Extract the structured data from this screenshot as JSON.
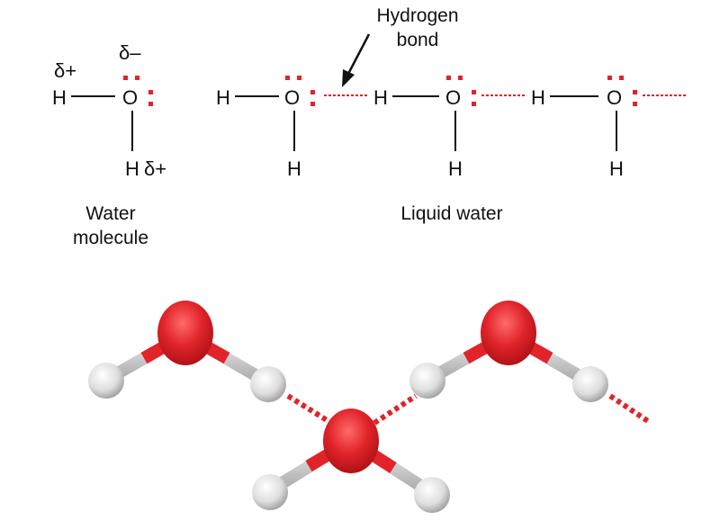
{
  "single_molecule": {
    "delta_plus": "δ+",
    "delta_minus": "δ–",
    "hydrogen": "H",
    "oxygen": "O",
    "bottom_h_charge": "δ+",
    "caption_line1": "Water",
    "caption_line2": "molecule"
  },
  "liquid": {
    "hydrogen": "H",
    "oxygen": "O",
    "callout_line1": "Hydrogen",
    "callout_line2": "bond",
    "caption": "Liquid water"
  },
  "colors": {
    "oxygen": "#e0242a",
    "hydrogen": "#e8e8e8",
    "hydrogen_bond": "#e0242a",
    "lone_pair": "#e0242a"
  }
}
